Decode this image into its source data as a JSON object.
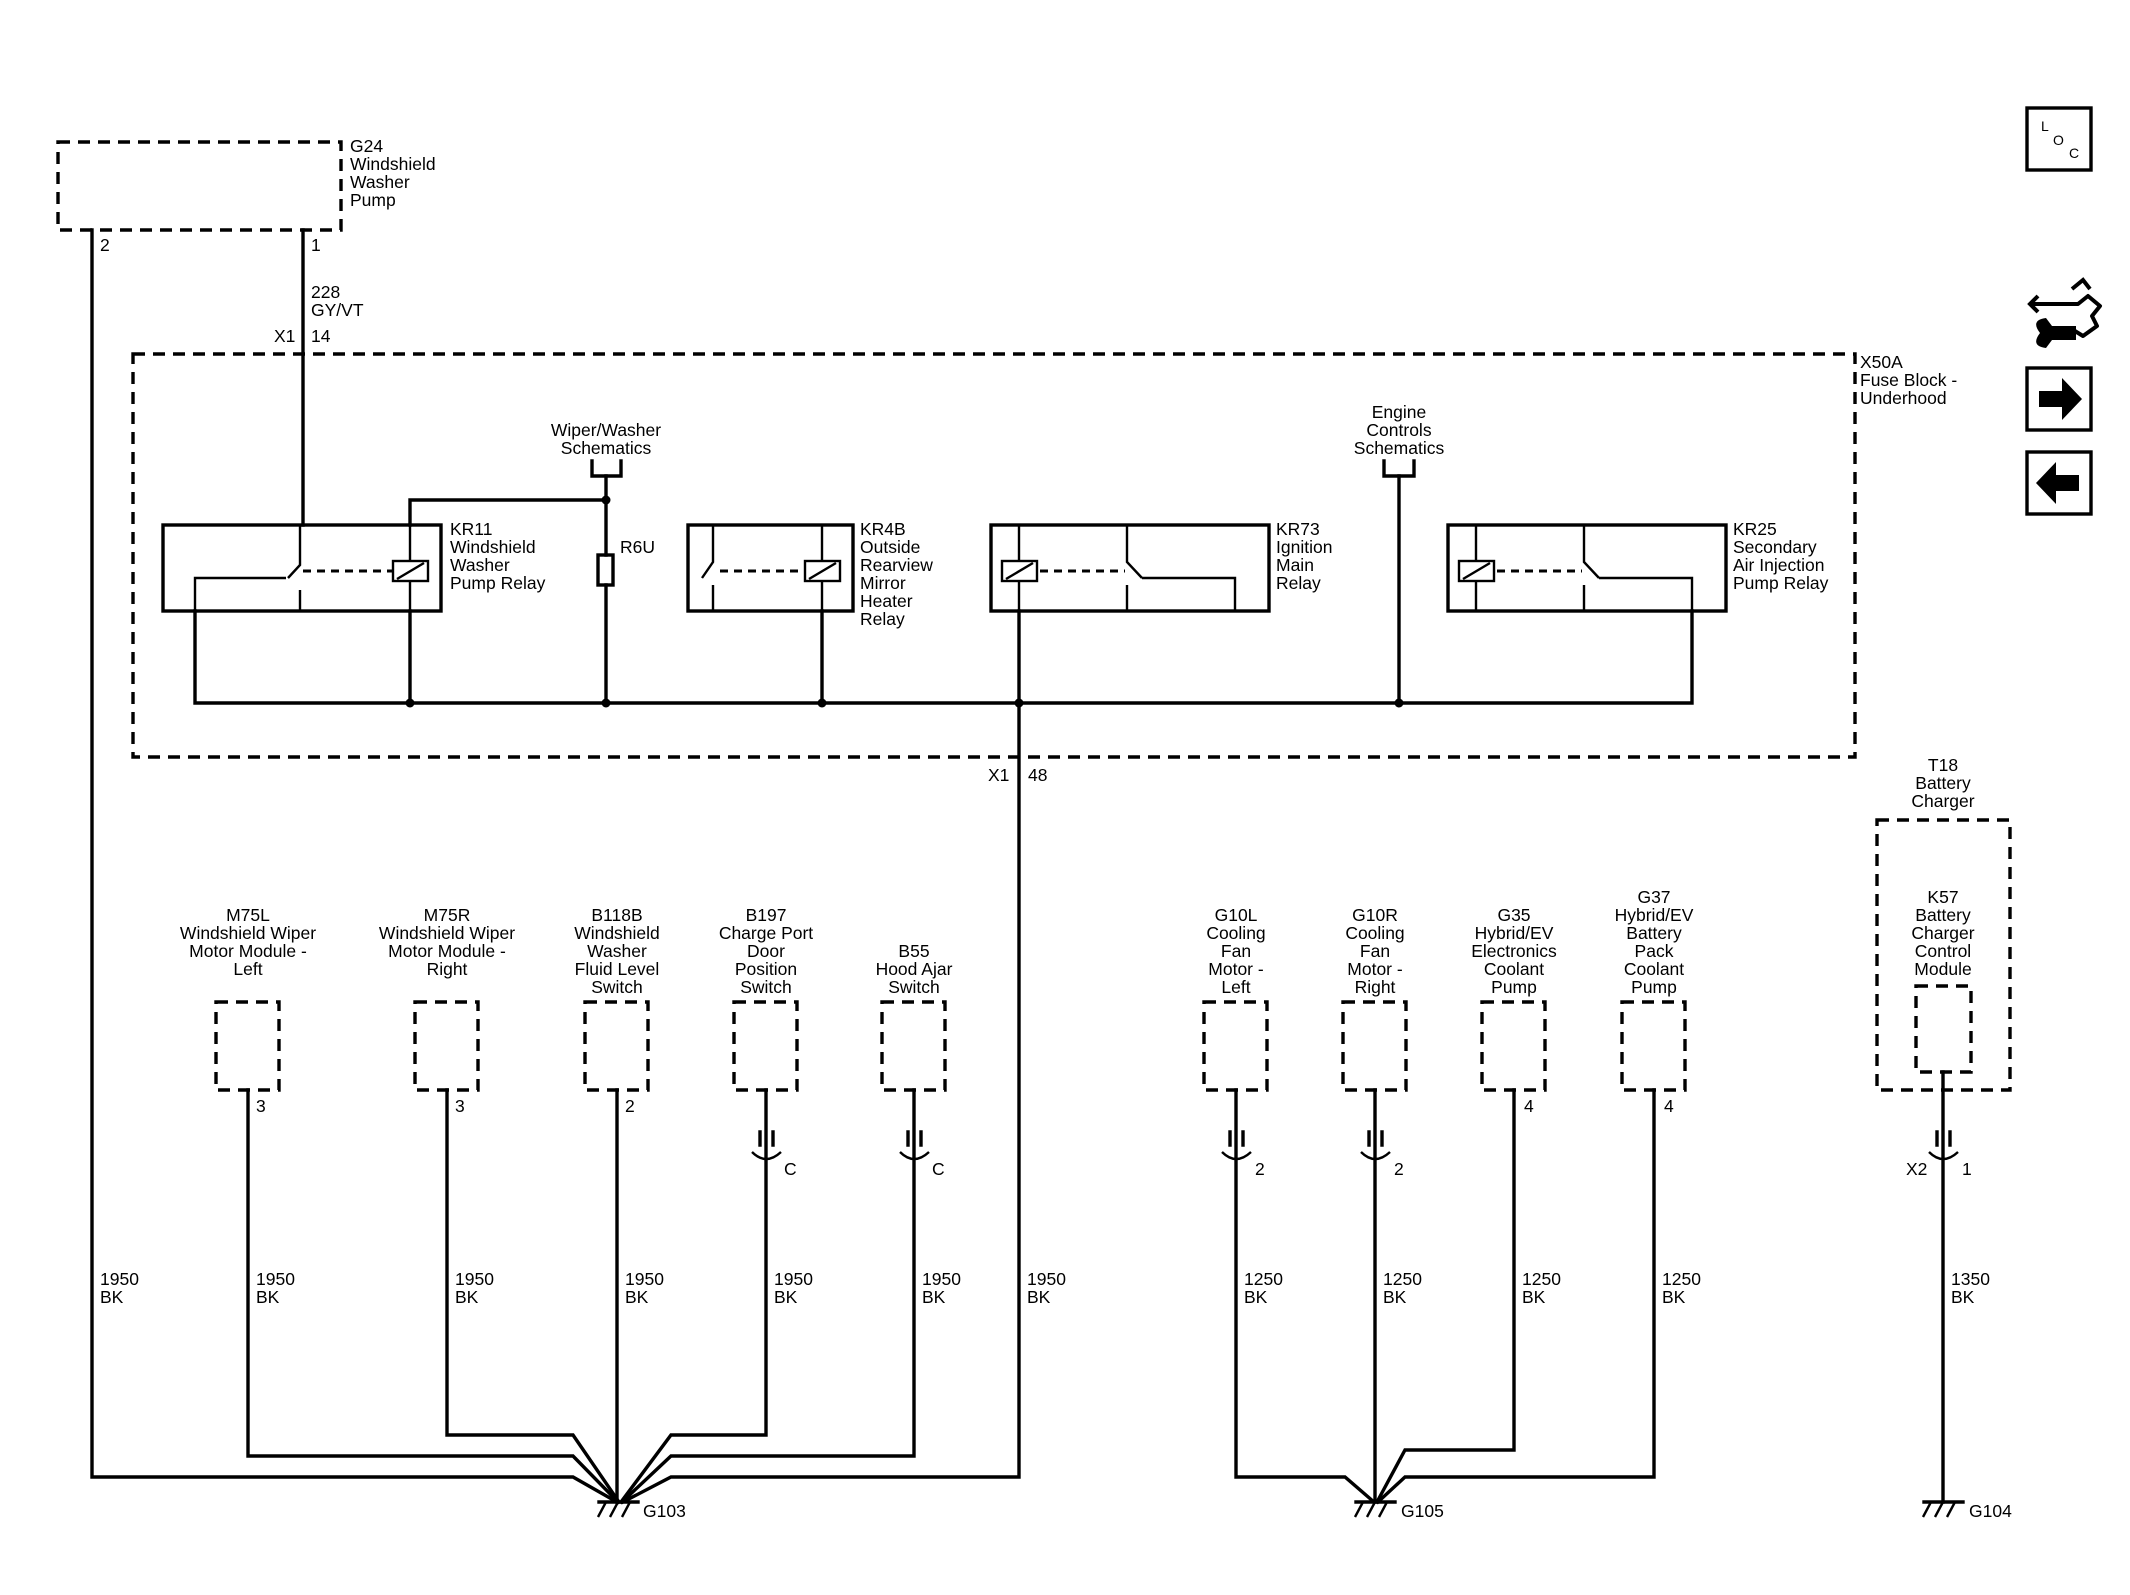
{
  "components": {
    "g24": [
      "G24",
      "Windshield",
      "Washer",
      "Pump"
    ],
    "x50a": [
      "X50A",
      "Fuse Block -",
      "Underhood"
    ],
    "kr11": [
      "KR11",
      "Windshield",
      "Washer",
      "Pump Relay"
    ],
    "r6u": [
      "R6U"
    ],
    "kr4b": [
      "KR4B",
      "Outside",
      "Rearview",
      "Mirror",
      "Heater",
      "Relay"
    ],
    "kr73": [
      "KR73",
      "Ignition",
      "Main",
      "Relay"
    ],
    "kr25": [
      "KR25",
      "Secondary",
      "Air Injection",
      "Pump Relay"
    ],
    "t18": [
      "T18",
      "Battery",
      "Charger"
    ],
    "k57": [
      "K57",
      "Battery",
      "Charger",
      "Control",
      "Module"
    ],
    "m75l": [
      "M75L",
      "Windshield Wiper",
      "Motor Module -",
      "Left"
    ],
    "m75r": [
      "M75R",
      "Windshield Wiper",
      "Motor Module -",
      "Right"
    ],
    "b118b": [
      "B118B",
      "Windshield",
      "Washer",
      "Fluid Level",
      "Switch"
    ],
    "b197": [
      "B197",
      "Charge Port",
      "Door",
      "Position",
      "Switch"
    ],
    "b55": [
      "B55",
      "Hood Ajar",
      "Switch"
    ],
    "g10l": [
      "G10L",
      "Cooling",
      "Fan",
      "Motor -",
      "Left"
    ],
    "g10r": [
      "G10R",
      "Cooling",
      "Fan",
      "Motor -",
      "Right"
    ],
    "g35": [
      "G35",
      "Hybrid/EV",
      "Electronics",
      "Coolant",
      "Pump"
    ],
    "g37": [
      "G37",
      "Hybrid/EV",
      "Battery",
      "Pack",
      "Coolant",
      "Pump"
    ]
  },
  "references": {
    "wiper_washer": [
      "Wiper/Washer",
      "Schematics"
    ],
    "engine_controls": [
      "Engine",
      "Controls",
      "Schematics"
    ]
  },
  "pins": {
    "g24_pin2": "2",
    "g24_pin1": "1",
    "x1": "X1",
    "x1_pin14": "14",
    "x1_pin48": "48",
    "m75l": "3",
    "m75r": "3",
    "b118b": "2",
    "b197": "C",
    "b55": "C",
    "g10l": "2",
    "g10r": "2",
    "g35": "4",
    "g37": "4",
    "x2": "X2",
    "x2_pin1": "1"
  },
  "wires": {
    "g24_feed": [
      "228",
      "GY/VT"
    ],
    "g24_ground": [
      "1950",
      "BK"
    ],
    "m75l": [
      "1950",
      "BK"
    ],
    "m75r": [
      "1950",
      "BK"
    ],
    "b118b": [
      "1950",
      "BK"
    ],
    "b197": [
      "1950",
      "BK"
    ],
    "b55": [
      "1950",
      "BK"
    ],
    "x50a_ground": [
      "1950",
      "BK"
    ],
    "g10l": [
      "1250",
      "BK"
    ],
    "g10r": [
      "1250",
      "BK"
    ],
    "g35": [
      "1250",
      "BK"
    ],
    "g37": [
      "1250",
      "BK"
    ],
    "t18": [
      "1350",
      "BK"
    ]
  },
  "grounds": {
    "g103": "G103",
    "g105": "G105",
    "g104": "G104"
  },
  "nav": {
    "loc_letters": [
      "L",
      "O",
      "C"
    ],
    "icons": [
      "connector-wrench-icon",
      "arrow-right-icon",
      "arrow-left-icon"
    ]
  }
}
